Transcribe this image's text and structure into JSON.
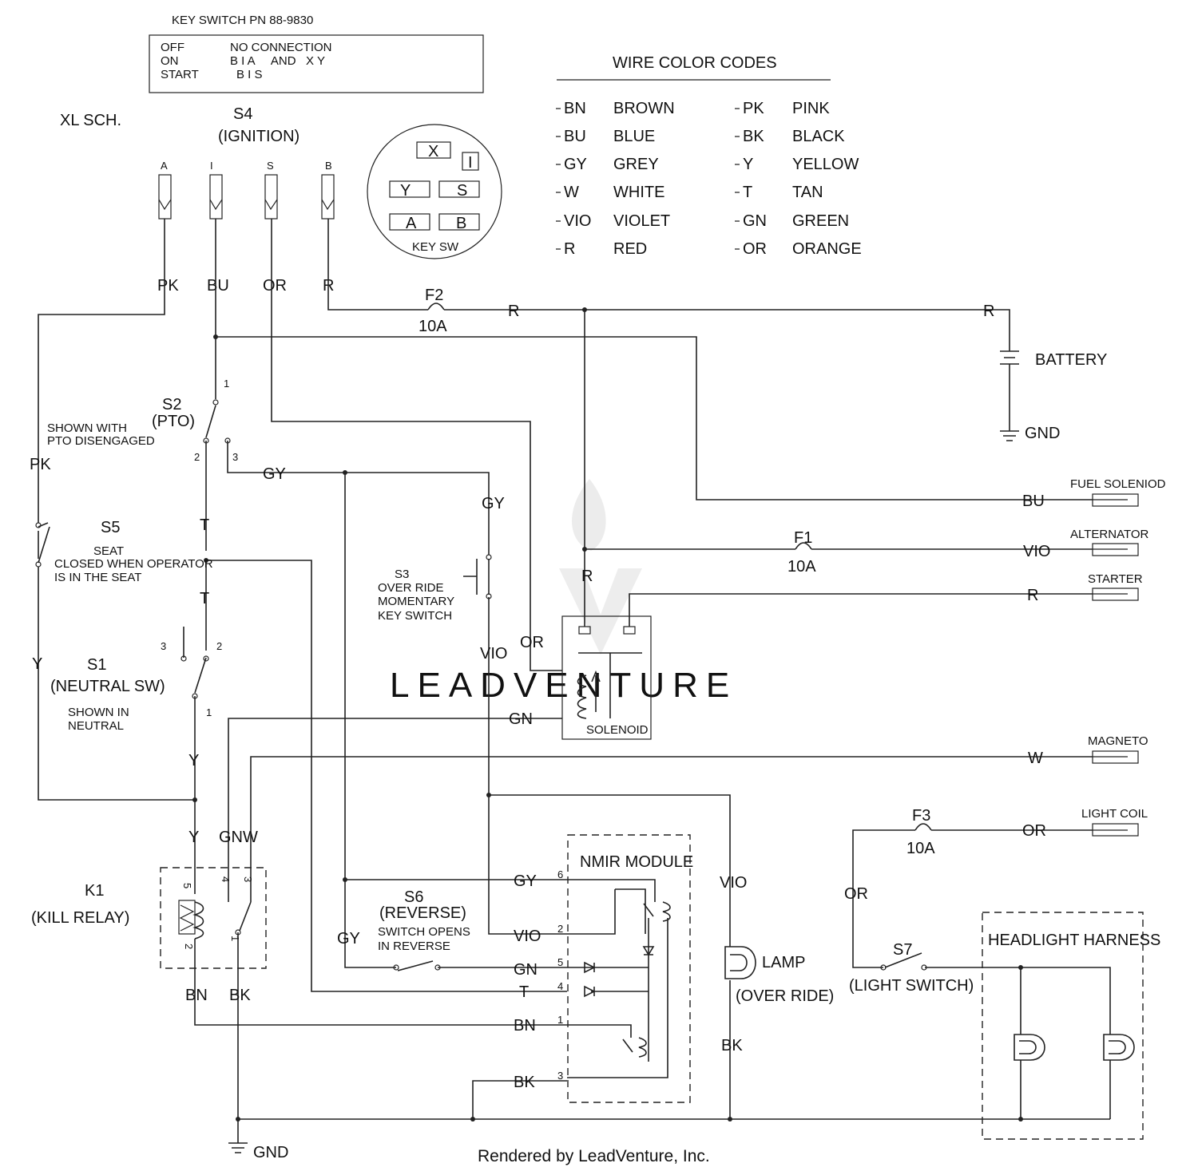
{
  "key_switch_box": {
    "title": "KEY SWITCH PN 88-9830",
    "rows": [
      {
        "pos": "OFF",
        "conn": "NO CONNECTION"
      },
      {
        "pos": "ON",
        "conn": "B I A     AND   X Y"
      },
      {
        "pos": "START",
        "conn": "B I S"
      }
    ]
  },
  "schematic_label": "XL SCH.",
  "ignition": {
    "name": "S4",
    "desc": "(IGNITION)",
    "pins": [
      "A",
      "I",
      "S",
      "B"
    ],
    "wires": [
      "PK",
      "BU",
      "OR",
      "R"
    ]
  },
  "key_sw_face": {
    "label": "KEY SW",
    "terminals": [
      "X",
      "I",
      "Y",
      "S",
      "A",
      "B"
    ]
  },
  "wire_color_codes": {
    "title": "WIRE COLOR CODES",
    "left": [
      {
        "code": "BN",
        "color": "BROWN"
      },
      {
        "code": "BU",
        "color": "BLUE"
      },
      {
        "code": "GY",
        "color": "GREY"
      },
      {
        "code": "W",
        "color": "WHITE"
      },
      {
        "code": "VIO",
        "color": "VIOLET"
      },
      {
        "code": "R",
        "color": "RED"
      }
    ],
    "right": [
      {
        "code": "PK",
        "color": "PINK"
      },
      {
        "code": "BK",
        "color": "BLACK"
      },
      {
        "code": "Y",
        "color": "YELLOW"
      },
      {
        "code": "T",
        "color": "TAN"
      },
      {
        "code": "GN",
        "color": "GREEN"
      },
      {
        "code": "OR",
        "color": "ORANGE"
      }
    ]
  },
  "fuses": {
    "f2": {
      "name": "F2",
      "rating": "10A"
    },
    "f1": {
      "name": "F1",
      "rating": "10A"
    },
    "f3": {
      "name": "F3",
      "rating": "10A"
    }
  },
  "battery": {
    "label": "BATTERY",
    "gnd": "GND"
  },
  "ground_label": "GND",
  "pto": {
    "name": "S2",
    "desc": "(PTO)",
    "note": [
      "SHOWN WITH",
      "PTO DISENGAGED"
    ],
    "pins": [
      "1",
      "2",
      "3"
    ]
  },
  "seat": {
    "name": "S5",
    "desc": "SEAT",
    "note": [
      "CLOSED WHEN OPERATOR",
      "IS IN THE SEAT"
    ]
  },
  "neutral": {
    "name": "S1",
    "desc": "(NEUTRAL SW)",
    "note": [
      "SHOWN IN",
      "NEUTRAL"
    ],
    "pins": [
      "3",
      "2",
      "1"
    ]
  },
  "override": {
    "name": "S3",
    "note": [
      "OVER RIDE",
      "MOMENTARY",
      "KEY SWITCH"
    ]
  },
  "solenoid": {
    "label": "SOLENOID"
  },
  "outputs": [
    {
      "label": "FUEL SOLENIOD",
      "wire": "BU"
    },
    {
      "label": "ALTERNATOR",
      "wire": "VIO"
    },
    {
      "label": "STARTER",
      "wire": "R"
    },
    {
      "label": "MAGNETO",
      "wire": "W"
    },
    {
      "label": "LIGHT COIL",
      "wire": "OR"
    }
  ],
  "kill_relay": {
    "name": "K1",
    "desc": "(KILL RELAY)",
    "pins": [
      "5",
      "4",
      "3",
      "2",
      "1"
    ]
  },
  "reverse": {
    "name": "S6",
    "desc": "(REVERSE)",
    "note": [
      "SWITCH OPENS",
      "IN REVERSE"
    ]
  },
  "nmir": {
    "title": "NMIR MODULE",
    "pins": [
      {
        "wire": "GY",
        "pin": "6"
      },
      {
        "wire": "VIO",
        "pin": "2"
      },
      {
        "wire": "GN",
        "pin": "5"
      },
      {
        "wire": "T",
        "pin": "4"
      },
      {
        "wire": "BN",
        "pin": "1"
      },
      {
        "wire": "BK",
        "pin": "3"
      }
    ]
  },
  "lamp": {
    "label": "LAMP",
    "desc": "(OVER RIDE)"
  },
  "light_switch": {
    "name": "S7",
    "desc": "(LIGHT SWITCH)"
  },
  "headlight": {
    "title": "HEADLIGHT HARNESS"
  },
  "wire_labels": {
    "r": "R",
    "or": "OR",
    "pk": "PK",
    "y": "Y",
    "t": "T",
    "gy": "GY",
    "vio": "VIO",
    "gn": "GN",
    "gnw": "GNW",
    "bn": "BN",
    "bk": "BK",
    "w": "W"
  },
  "watermark": "LEADVENTURE",
  "credit": "Rendered by LeadVenture, Inc."
}
